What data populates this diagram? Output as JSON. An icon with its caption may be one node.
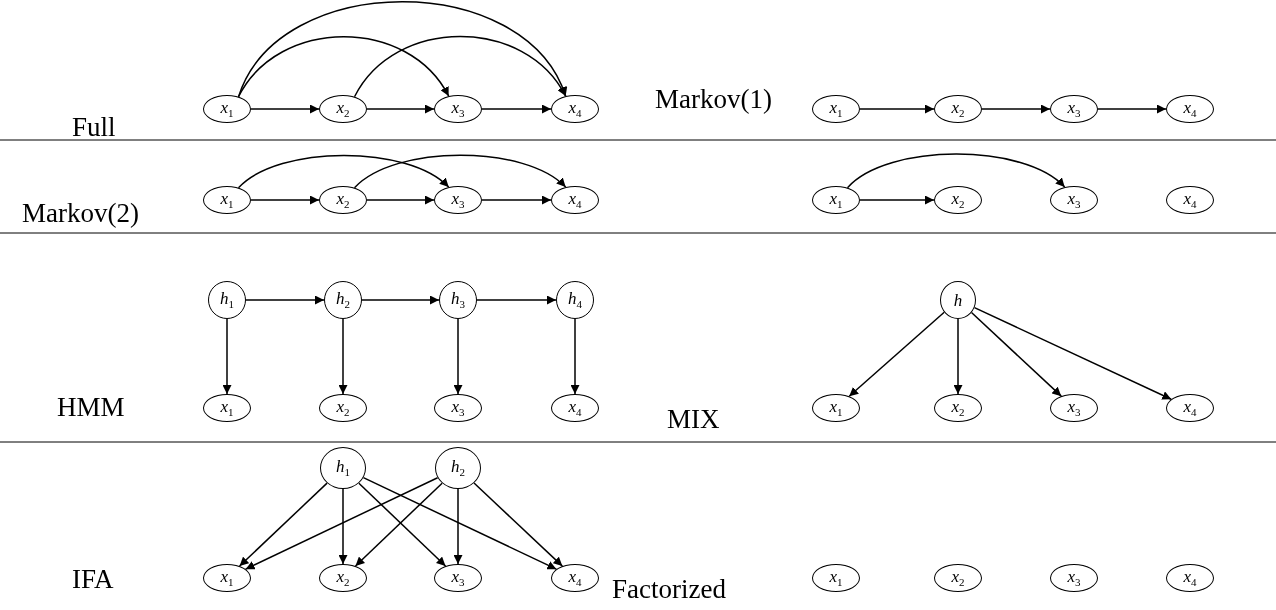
{
  "diagram": {
    "nodes": [
      {
        "text": [
          "*x*$_{1}$"
        ]
      },
      {
        "text": [
          "*x*$_{2}$"
        ]
      },
      {
        "text": [
          "*x*$_{3}$"
        ]
      },
      {
        "text": [
          "*x*$_{4}$"
        ]
      },
      {
        "text": [
          "*x*$_{1}$"
        ]
      },
      {
        "text": [
          "*x*$_{2}$"
        ]
      },
      {
        "text": [
          "*x*$_{3}$"
        ]
      },
      {
        "text": [
          "*x*$_{4}$"
        ]
      },
      {
        "text": [
          "*x*$_{1}$"
        ]
      },
      {
        "text": [
          "*x*$_{2}$"
        ]
      },
      {
        "text": [
          "*x*$_{3}$"
        ]
      },
      {
        "text": [
          "*x*$_{4}$"
        ]
      },
      {
        "text": [
          "*x*$_{1}$"
        ]
      },
      {
        "text": [
          "*x*$_{2}$"
        ]
      },
      {
        "text": [
          "*x*$_{3}$"
        ]
      },
      {
        "text": [
          "*x*$_{4}$"
        ]
      },
      {
        "text": [
          "*h*$_{1}$"
        ]
      },
      {
        "text": [
          "*h*$_{2}$"
        ]
      },
      {
        "text": [
          "*h*$_{3}$"
        ]
      },
      {
        "text": [
          "*h*$_{4}$"
        ]
      },
      {
        "text": [
          "*x*$_{1}$"
        ]
      },
      {
        "text": [
          "*x*$_{2}$"
        ]
      },
      {
        "text": [
          "*x*$_{3}$"
        ]
      },
      {
        "text": [
          "*x*$_{4}$"
        ]
      },
      {
        "text": [
          "*h*"
        ]
      },
      {
        "text": [
          "*x*$_{1}$"
        ]
      },
      {
        "text": [
          "*x*$_{2}$"
        ]
      },
      {
        "text": [
          "*x*$_{3}$"
        ]
      },
      {
        "text": [
          "*x*$_{4}$"
        ]
      },
      {
        "text": [
          "*h*$_{1}$"
        ]
      },
      {
        "text": [
          "*h*$_{2}$"
        ]
      },
      {
        "text": [
          "*x*$_{1}$"
        ]
      },
      {
        "text": [
          "*x*$_{2}$"
        ]
      },
      {
        "text": [
          "*x*$_{3}$"
        ]
      },
      {
        "text": [
          "*x*$_{4}$"
        ]
      },
      {
        "text": [
          "*x*$_{1}$"
        ]
      },
      {
        "text": [
          "*x*$_{2}$"
        ]
      },
      {
        "text": [
          "*x*$_{3}$"
        ]
      },
      {
        "text": [
          "*x*$_{4}$"
        ]
      }
    ],
    "edges": [
      {
        "from": 0,
        "to": 1,
        "arrow": "to"
      },
      {
        "from": 1,
        "to": 2,
        "arrow": "to"
      },
      {
        "from": 2,
        "to": 3,
        "arrow": "to"
      },
      {
        "from": 0,
        "to": 2,
        "arrow": "to"
      },
      {
        "from": 0,
        "to": 3,
        "arrow": "to"
      },
      {
        "from": 1,
        "to": 3,
        "arrow": "to"
      },
      {
        "from": 4,
        "to": 5,
        "arrow": "to"
      },
      {
        "from": 5,
        "to": 6,
        "arrow": "to"
      },
      {
        "from": 6,
        "to": 7,
        "arrow": "to"
      },
      {
        "from": 8,
        "to": 9,
        "arrow": "to"
      },
      {
        "from": 9,
        "to": 10,
        "arrow": "to"
      },
      {
        "from": 10,
        "to": 11,
        "arrow": "to"
      },
      {
        "from": 8,
        "to": 10,
        "arrow": "to"
      },
      {
        "from": 9,
        "to": 11,
        "arrow": "to"
      },
      {
        "from": 12,
        "to": 13,
        "arrow": "to"
      },
      {
        "from": 12,
        "to": 14,
        "arrow": "to"
      },
      {
        "from": 16,
        "to": 17,
        "arrow": "to"
      },
      {
        "from": 17,
        "to": 18,
        "arrow": "to"
      },
      {
        "from": 18,
        "to": 19,
        "arrow": "to"
      },
      {
        "from": 16,
        "to": 20,
        "arrow": "to"
      },
      {
        "from": 17,
        "to": 21,
        "arrow": "to"
      },
      {
        "from": 18,
        "to": 22,
        "arrow": "to"
      },
      {
        "from": 19,
        "to": 23,
        "arrow": "to"
      },
      {
        "from": 24,
        "to": 25,
        "arrow": "to"
      },
      {
        "from": 24,
        "to": 26,
        "arrow": "to"
      },
      {
        "from": 24,
        "to": 27,
        "arrow": "to"
      },
      {
        "from": 24,
        "to": 28,
        "arrow": "to"
      },
      {
        "from": 29,
        "to": 31,
        "arrow": "to"
      },
      {
        "from": 29,
        "to": 32,
        "arrow": "to"
      },
      {
        "from": 29,
        "to": 33,
        "arrow": "to"
      },
      {
        "from": 29,
        "to": 34,
        "arrow": "to"
      },
      {
        "from": 30,
        "to": 31,
        "arrow": "to"
      },
      {
        "from": 30,
        "to": 32,
        "arrow": "to"
      },
      {
        "from": 30,
        "to": 33,
        "arrow": "to"
      },
      {
        "from": 30,
        "to": 34,
        "arrow": "to"
      }
    ],
    "labels": [
      "Full",
      "Markov(1)",
      "Markov(2)",
      "HMM",
      "MIX",
      "IFA",
      "Factorized"
    ]
  }
}
